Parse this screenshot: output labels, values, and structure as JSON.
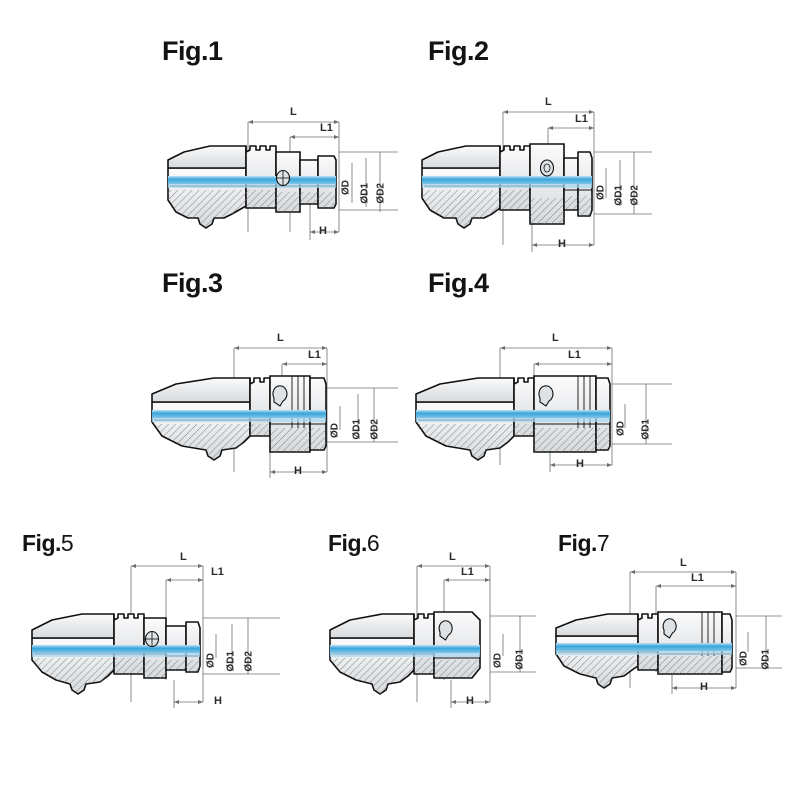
{
  "page": {
    "background": "#ffffff",
    "kind": "technical-drawing-sheet",
    "description": "Catalog sheet of seven CNC tool holder cross-section drawings with dimension callouts"
  },
  "colors": {
    "outline": "#111111",
    "body_fill": "#e9ebed",
    "body_fill_light": "#f4f5f6",
    "coolant_band": "#3ea6dc",
    "coolant_band_light": "#9ed4ee",
    "hatch": "#6f7276",
    "dimension_line": "#6b6f73",
    "text": "#1a1a1a"
  },
  "dimension_labels": {
    "L": "L",
    "L1": "L1",
    "H": "H",
    "D": "ØD",
    "D1": "ØD1",
    "D2": "ØD2"
  },
  "figures": [
    {
      "id": "fig-1",
      "label_prefix": "Fig.",
      "label_number": "1",
      "label": "Fig.1",
      "row": 1,
      "column": 1,
      "diameter_callouts": [
        "ØD",
        "ØD1",
        "ØD2"
      ],
      "length_callouts": [
        "L",
        "L1",
        "H"
      ],
      "body_style": "stepped-with-nut",
      "has_gripper_groove": true,
      "has_set_screw": true
    },
    {
      "id": "fig-2",
      "label_prefix": "Fig.",
      "label_number": "2",
      "label": "Fig.2",
      "row": 1,
      "column": 2,
      "diameter_callouts": [
        "ØD",
        "ØD1",
        "ØD2"
      ],
      "length_callouts": [
        "L",
        "L1",
        "H"
      ],
      "body_style": "stepped-with-nut",
      "has_gripper_groove": true,
      "has_set_screw": true
    },
    {
      "id": "fig-3",
      "label_prefix": "Fig.",
      "label_number": "3",
      "label": "Fig.3",
      "row": 2,
      "column": 1,
      "diameter_callouts": [
        "ØD",
        "ØD1",
        "ØD2"
      ],
      "length_callouts": [
        "L",
        "L1",
        "H"
      ],
      "body_style": "straight-slim",
      "has_gripper_groove": true,
      "has_set_screw": true
    },
    {
      "id": "fig-4",
      "label_prefix": "Fig.",
      "label_number": "4",
      "label": "Fig.4",
      "row": 2,
      "column": 2,
      "diameter_callouts": [
        "ØD",
        "ØD1"
      ],
      "length_callouts": [
        "L",
        "L1",
        "H"
      ],
      "body_style": "straight-slim",
      "has_gripper_groove": true,
      "has_set_screw": true
    },
    {
      "id": "fig-5",
      "label_prefix": "Fig.",
      "label_number": "5",
      "label": "Fig.5",
      "row": 3,
      "column": 1,
      "diameter_callouts": [
        "ØD",
        "ØD1",
        "ØD2"
      ],
      "length_callouts": [
        "L",
        "L1",
        "H"
      ],
      "body_style": "stepped-with-nut",
      "has_gripper_groove": true,
      "has_set_screw": true
    },
    {
      "id": "fig-6",
      "label_prefix": "Fig.",
      "label_number": "6",
      "label": "Fig.6",
      "row": 3,
      "column": 2,
      "diameter_callouts": [
        "ØD",
        "ØD1"
      ],
      "length_callouts": [
        "L",
        "L1",
        "H"
      ],
      "body_style": "tapered-nose",
      "has_gripper_groove": true,
      "has_set_screw": true
    },
    {
      "id": "fig-7",
      "label_prefix": "Fig.",
      "label_number": "7",
      "label": "Fig.7",
      "row": 3,
      "column": 3,
      "diameter_callouts": [
        "ØD",
        "ØD1"
      ],
      "length_callouts": [
        "L",
        "L1",
        "H"
      ],
      "body_style": "straight-slim",
      "has_gripper_groove": true,
      "has_set_screw": true
    }
  ]
}
